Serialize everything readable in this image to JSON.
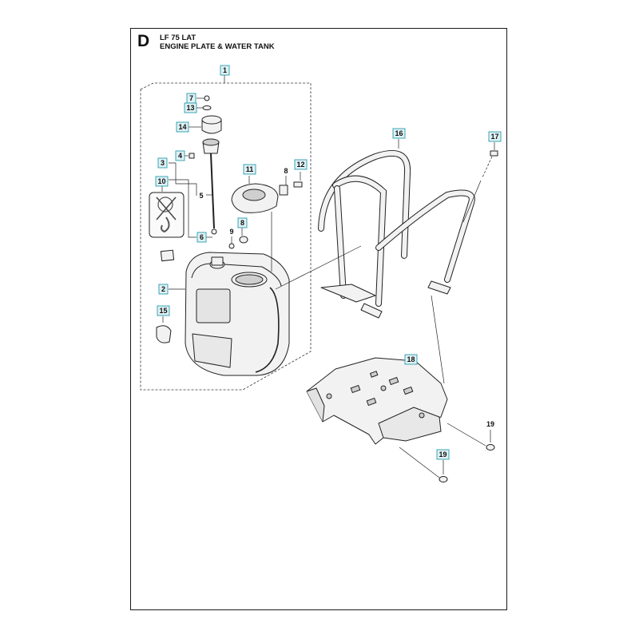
{
  "header": {
    "section_letter": "D",
    "model": "LF 75 LAT",
    "title": "ENGINE PLATE & WATER TANK"
  },
  "callouts": {
    "c1": "1",
    "c2": "2",
    "c3": "3",
    "c4": "4",
    "c5": "5",
    "c6": "6",
    "c7": "7",
    "c8a": "8",
    "c8b": "8",
    "c9": "9",
    "c10": "10",
    "c11": "11",
    "c12": "12",
    "c13": "13",
    "c14": "14",
    "c15": "15",
    "c16": "16",
    "c17": "17",
    "c18": "18",
    "c19a": "19",
    "c19b": "19"
  },
  "colors": {
    "callout_fill": "#dff1f4",
    "callout_border": "#2a9db0",
    "line": "#222222"
  }
}
